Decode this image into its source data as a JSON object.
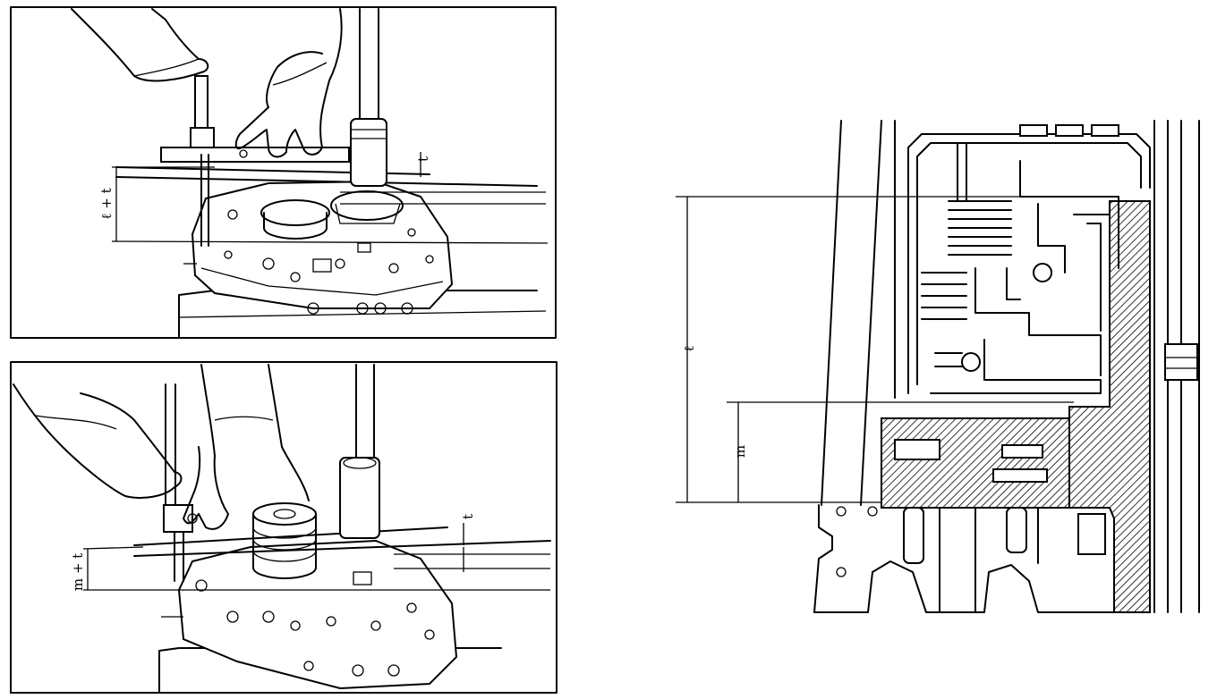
{
  "figure": {
    "top_panel": {
      "dimension_label": "ℓ + t",
      "thickness_label": "t"
    },
    "bottom_panel": {
      "dimension_label": "m + t",
      "thickness_label": "t"
    },
    "section_view": {
      "label_l": "ℓ",
      "label_m": "m"
    }
  },
  "colors": {
    "ink": "#000000",
    "paper": "#ffffff"
  }
}
